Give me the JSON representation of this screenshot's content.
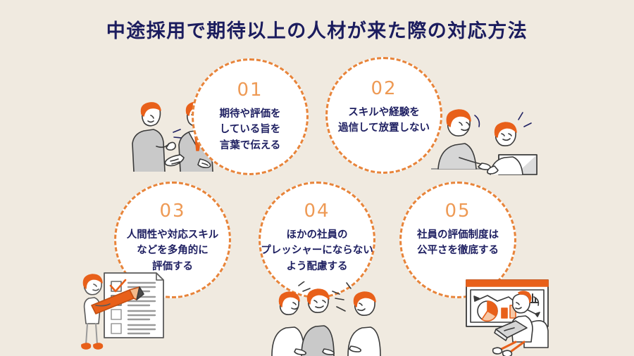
{
  "page": {
    "title": "中途採用で期待以上の人材が来た際の対応方法",
    "background_color": "#F0EAE0",
    "title_color": "#1B1C5E",
    "accent_color": "#E8843A",
    "illustration_orange": "#E8601A",
    "body_text_color": "#1F2062"
  },
  "items": [
    {
      "number": "01",
      "lines": [
        "期待や評価を",
        "している旨を",
        "言葉で伝える"
      ],
      "illustration": "two-businessmen-talking-icon"
    },
    {
      "number": "02",
      "lines": [
        "スキルや経験を",
        "過信して放置しない"
      ],
      "illustration": "two-people-at-desk-icon"
    },
    {
      "number": "03",
      "lines": [
        "人間性や対応スキル",
        "などを多角的に",
        "評価する"
      ],
      "illustration": "person-with-pencil-checklist-icon"
    },
    {
      "number": "04",
      "lines": [
        "ほかの社員の",
        "プレッシャーにならない",
        "よう配慮する"
      ],
      "illustration": "three-colleagues-group-icon"
    },
    {
      "number": "05",
      "lines": [
        "社員の評価制度は",
        "公平さを徹底する"
      ],
      "illustration": "person-laptop-presentation-board-icon"
    }
  ]
}
